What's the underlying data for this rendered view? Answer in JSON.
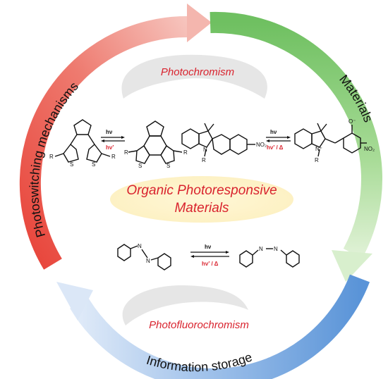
{
  "cycle": {
    "labels": {
      "left": "Photoswitching mechanisms",
      "right": "Materials",
      "bottom": "Information storage"
    },
    "colors": {
      "left_arrow": "#e8443a",
      "right_arrow": "#8fd07d",
      "bottom_arrow": "#6fa1dc"
    }
  },
  "center": {
    "line1": "Organic Photoresponsive",
    "line2": "Materials",
    "color": "#d9232e"
  },
  "topics": {
    "top": "Photochromism",
    "bottom": "Photofluorochromism"
  },
  "reactions": {
    "diarylethene": {
      "forward": "hν",
      "reverse": "hν′"
    },
    "spiropyran": {
      "forward": "hν",
      "reverse": "hν′ / Δ"
    },
    "azobenzene": {
      "forward": "hν",
      "reverse": "hν′ / Δ"
    }
  },
  "atoms": {
    "sulfur": "S",
    "nitrogen": "N",
    "r_group": "R",
    "nitro": "NO₂",
    "cation_n": "N⁺",
    "oxide": "O⁻"
  }
}
